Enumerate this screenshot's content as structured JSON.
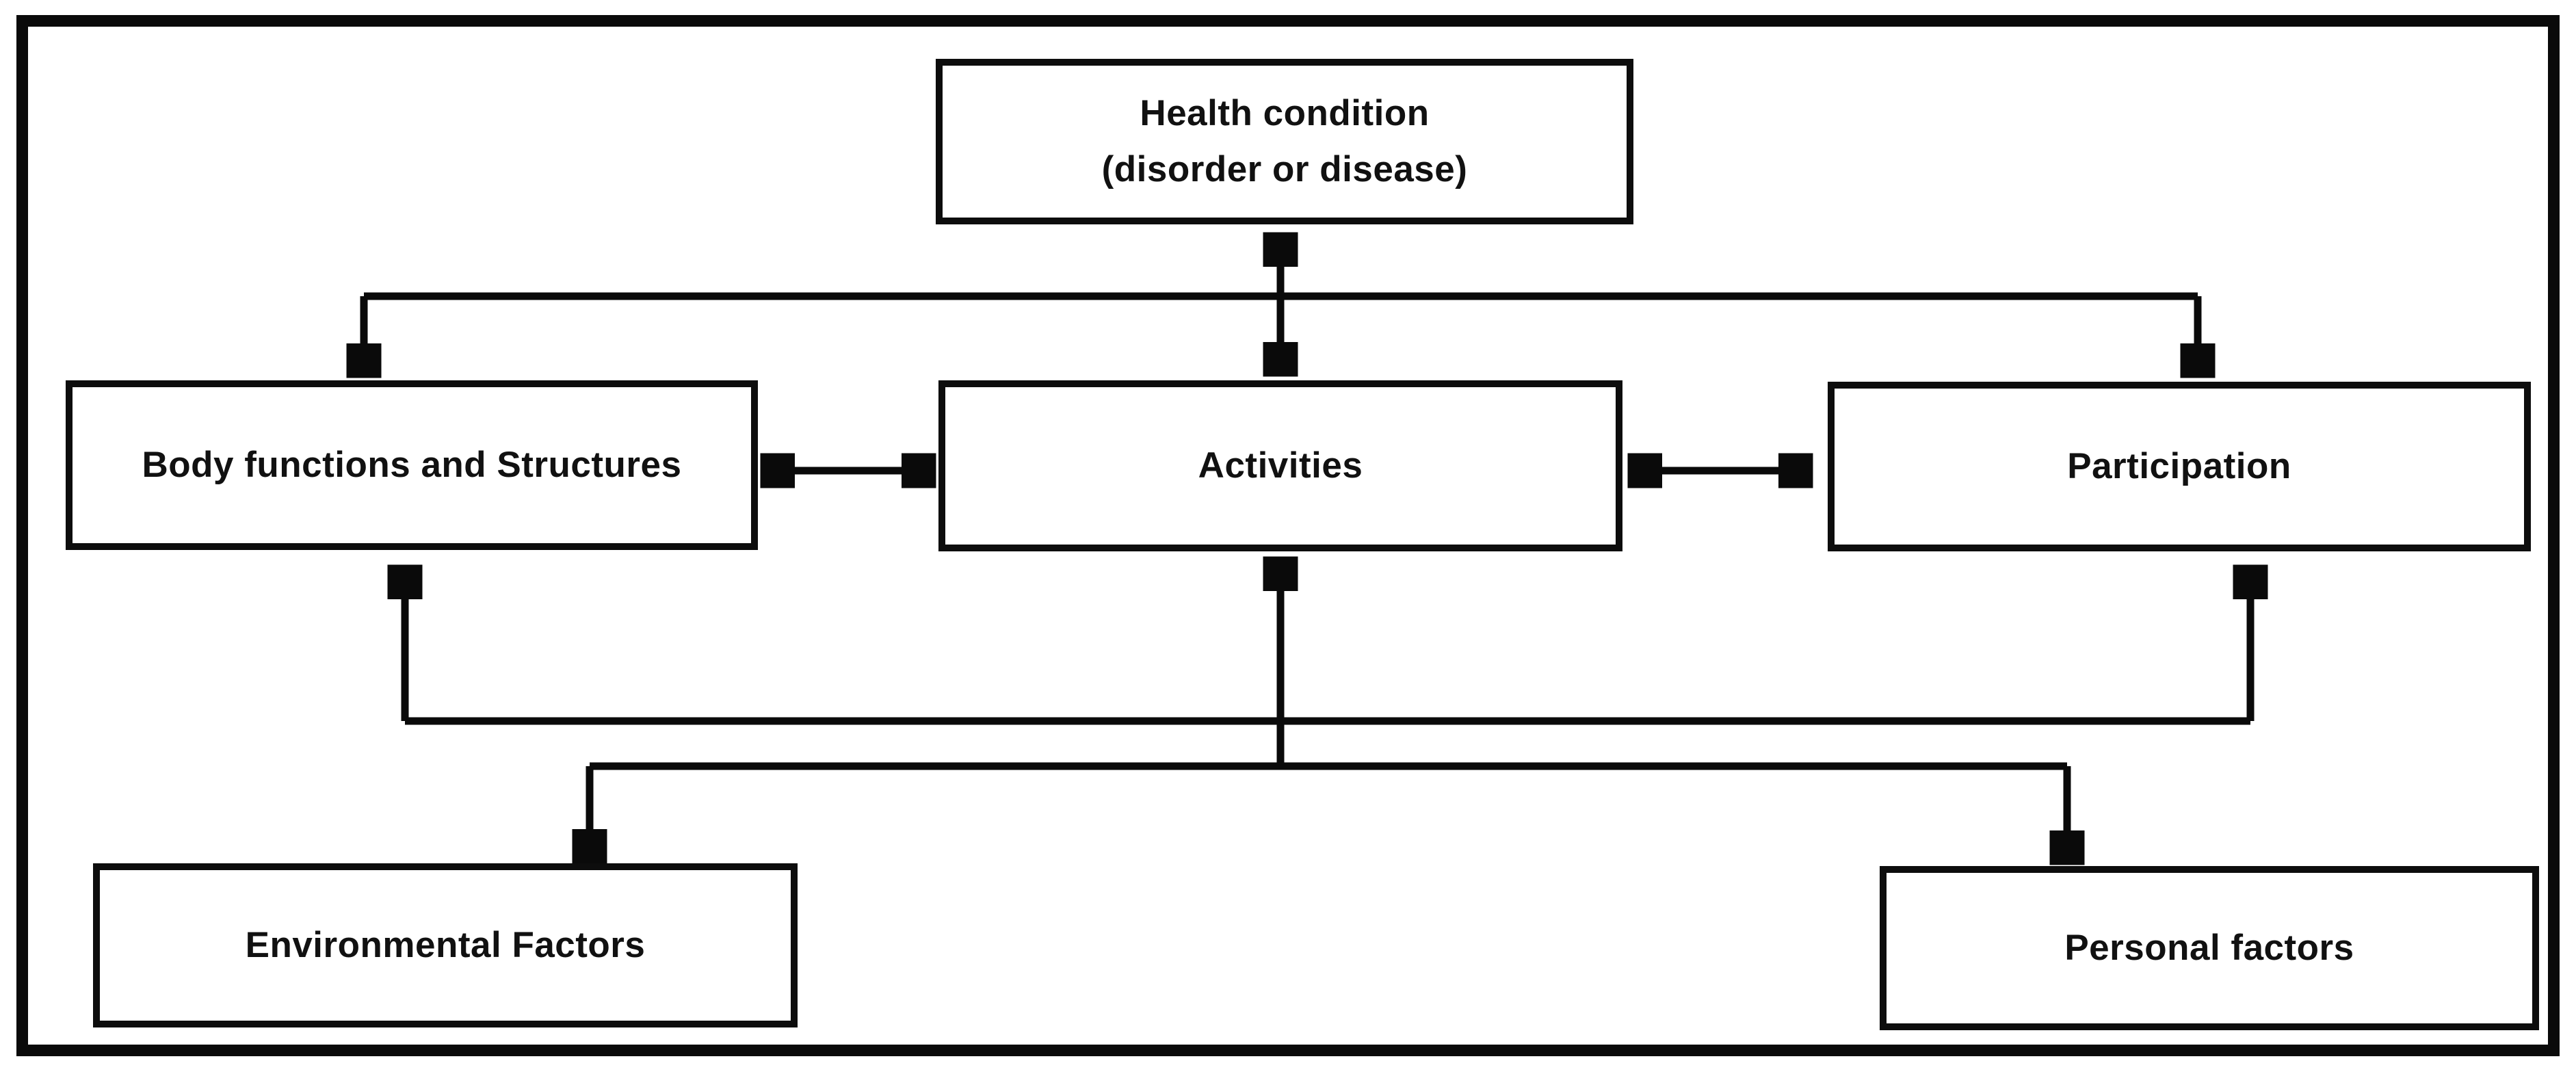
{
  "diagram": {
    "nodes": {
      "health": {
        "label": "Health condition",
        "sublabel": "(disorder or disease)"
      },
      "body": {
        "label": "Body functions and Structures"
      },
      "activities": {
        "label": "Activities"
      },
      "participation": {
        "label": "Participation"
      },
      "environmental": {
        "label": "Environmental Factors"
      },
      "personal": {
        "label": "Personal factors"
      }
    },
    "connections": [
      {
        "from": "health",
        "to": "activities",
        "direction": "both"
      },
      {
        "from": "health",
        "to": "body",
        "direction": "one-way"
      },
      {
        "from": "health",
        "to": "participation",
        "direction": "one-way"
      },
      {
        "from": "body",
        "to": "activities",
        "direction": "both"
      },
      {
        "from": "activities",
        "to": "participation",
        "direction": "both"
      },
      {
        "from": "contextual-rail-upper",
        "to": "body",
        "direction": "one-way"
      },
      {
        "from": "contextual-rail-upper",
        "to": "participation",
        "direction": "one-way"
      },
      {
        "from": "contextual-rail-lower",
        "to": "activities",
        "direction": "one-way"
      },
      {
        "from": "contextual-rail-lower",
        "to": "environmental",
        "direction": "one-way"
      },
      {
        "from": "contextual-rail-lower",
        "to": "personal",
        "direction": "one-way"
      }
    ],
    "colors": {
      "background": "#ffffff",
      "line": "#0a0a0a",
      "text": "#111111"
    }
  }
}
